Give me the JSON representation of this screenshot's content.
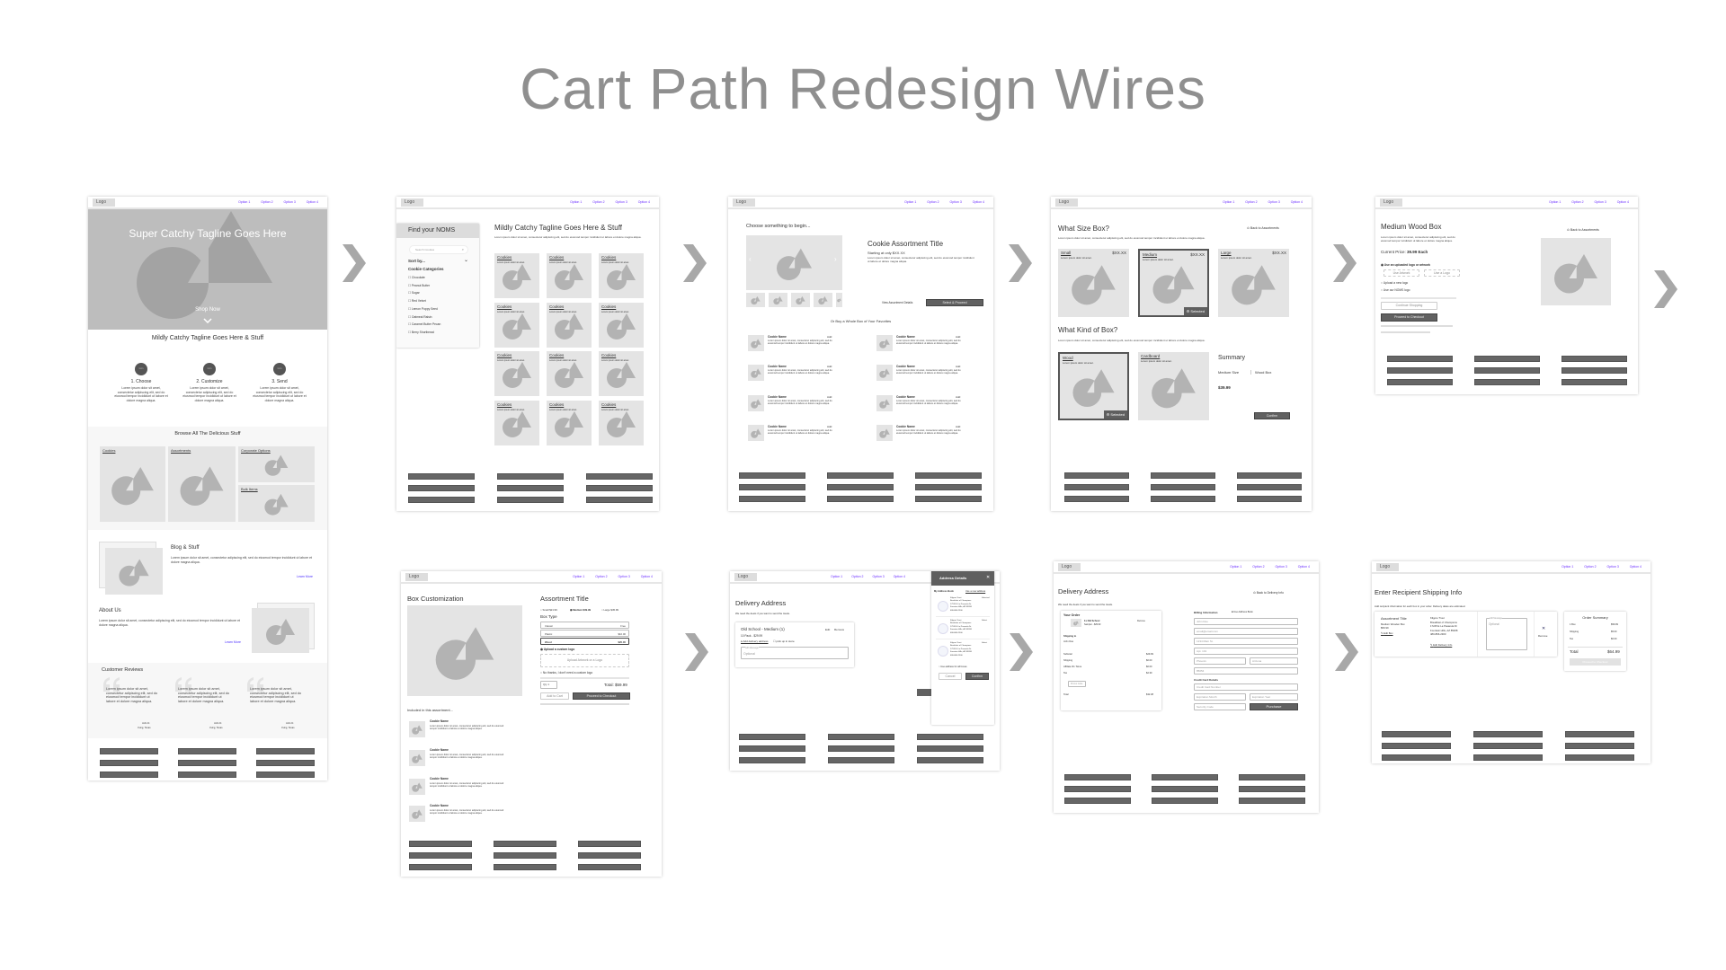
{
  "title": "Cart Path Redesign Wires",
  "colors": {
    "accent": "#6a2cff",
    "wire_gray": "#e4e4e4",
    "shape_gray": "#b3b3b3",
    "dark": "#616161",
    "title": "#8f8f8f"
  },
  "nav": {
    "logo": "Logo",
    "options": [
      "Option 1",
      "Option 2",
      "Option 3",
      "Option 4"
    ]
  },
  "lorem": "Lorem ipsum dolor sit amet, consectetur adipiscing elit, sed do eiusmod tempor incididunt ut labore et dolore magna aliqua.",
  "lorem_short": "Lorem ipsum dolor sit amet.",
  "home": {
    "hero_tagline": "Super Catchy Tagline Goes Here",
    "shop_now": "Shop Now",
    "tagline": "Mildly Catchy Tagline Goes Here & Stuff",
    "step_icon": "Icon",
    "steps": [
      "1. Choose",
      "2. Customize",
      "3. Send"
    ],
    "browse_title": "Browse All The Delicious Stuff",
    "browse_tiles": [
      "Cookies",
      "Assortments",
      "Corporate Options",
      "Bulk Items"
    ],
    "blog_title": "Blog & Stuff",
    "learn_more": "Learn More",
    "about_title": "About Us",
    "reviews_title": "Customer Reviews",
    "review_author": "John D.",
    "review_location": "Irving, Texas"
  },
  "shop": {
    "sidebar_title": "Find your NOMS",
    "search_placeholder": "Search Cookies",
    "sort_by": "Sort by...",
    "categories_title": "Cookie Categories",
    "categories": [
      "Chocolate",
      "Peanut Butter",
      "Sugar",
      "Red Velvet",
      "Lemon Poppy Seed",
      "Oatmeal Raisin",
      "Caramel Butter Pecan",
      "Berry Shortbread"
    ],
    "heading": "Mildly Catchy Tagline Goes Here & Stuff",
    "tile_label": "Cookies"
  },
  "assortment": {
    "prompt": "Choose something to begin...",
    "title": "Cookie Assortment Title",
    "price": "Starting at only $XX.XX",
    "details_link": "View Assortment Details",
    "select_button": "Select & Proceed",
    "or_buy": "Or Buy a Whole Box of Your Favorites",
    "cookie_name": "Cookie Name",
    "add": "Add"
  },
  "box_size": {
    "size_title": "What Size Box?",
    "back": "Back to Assortments",
    "sizes": [
      {
        "name": "Small",
        "price": "$XX.XX"
      },
      {
        "name": "Medium",
        "price": "$XX.XX"
      },
      {
        "name": "Large",
        "price": "$XX.XX"
      }
    ],
    "selected": "Selected",
    "kind_title": "What Kind of Box?",
    "kinds": [
      "Wood",
      "Cardboard"
    ],
    "summary_title": "Summary",
    "summary_size": "Medium Size",
    "summary_kind": "Wood Box",
    "summary_price": "$39.99",
    "confirm": "Confirm"
  },
  "product": {
    "title": "Medium Wood Box",
    "back": "Back to Assortments",
    "price_label": "Current Price:",
    "price_value": "39.99 Each",
    "option_uploaded": "Use an uploaded logo or artwork",
    "btn_artwork": "Use Artwork",
    "btn_logo": "Use a Logo",
    "option_new": "Upload a new logo",
    "option_noms": "Use our NOMS logo",
    "continue": "Continue Shopping",
    "checkout": "Proceed to Checkout"
  },
  "customize": {
    "title": "Box Customization",
    "assortment_title": "Assortment Title",
    "sizes": [
      "Small $21.99",
      "Medium $39.99",
      "Large $45.99"
    ],
    "box_type": "Box Type",
    "box_types": [
      {
        "name": "Classic",
        "price": "Free"
      },
      {
        "name": "Plastic",
        "price": "$10.00"
      },
      {
        "name": "Wood",
        "price": "$20.00"
      }
    ],
    "upload_logo": "Upload a custom logo",
    "upload_box": "Upload Artwork or a Logo",
    "no_logo": "No thanks, I don't need a custom logo",
    "qty_label": "Qty",
    "qty_value": "1",
    "total": "Total: $59.99",
    "add_to_cart": "Add to Cart",
    "checkout": "Proceed to Checkout",
    "included": "Included in this assortment...",
    "cookie_name": "Cookie Name"
  },
  "delivery": {
    "title": "Delivery Address",
    "subtitle": "We need the deets if you want to send the treats.",
    "item": "Old School - Medium (1)",
    "edit": "Edit",
    "remove": "Remove",
    "pack": "10 Pack - $29.99",
    "add_address": "Add delivery address",
    "pickup": "pick up in store",
    "gift_label": "Gift Message",
    "gift_placeholder": "Optional",
    "panel_title": "Address Details",
    "close": "✕",
    "address_book": "My Address Book",
    "new_address": "Use a new address",
    "address_lines": [
      "Kilgore Trout",
      "Breakfast of Champions",
      "17245 E La Pasarela Dr",
      "Fountain Hills, AZ 85268",
      "480-866-2300"
    ],
    "selected": "Selected",
    "select": "Select",
    "use_all": "Use address for all boxes",
    "cancel": "Cancel",
    "confirm": "Confirm"
  },
  "checkout": {
    "title": "Delivery Address",
    "back": "Back to Delivery Info",
    "subtitle": "We need the deets if you want to send the treats.",
    "your_order": "Your Order",
    "item": "1x Old School",
    "item_sub": "Sampler - $29.99",
    "remove": "Remove",
    "ship_to": "Shipping to",
    "recipient": "John Doe",
    "rows": [
      [
        "Subtotal",
        "$29.99"
      ],
      [
        "Shipping",
        "$0.00"
      ],
      [
        "Affiliate ID / None",
        "$0.00"
      ],
      [
        "Tax",
        "$2.39"
      ]
    ],
    "promo": "Promo Code",
    "total_label": "Total",
    "total": "$32.38",
    "billing_title": "Billing Information",
    "use_book": "Use Address Book",
    "fields": [
      "John Doe",
      "email@email.com",
      "1234 Main St.",
      "Apt. 101"
    ],
    "city": "Phoenix",
    "state": "Arizona",
    "zip": "85054",
    "cc_title": "Credit Card Details",
    "cc_number": "Credit Card Number",
    "exp_month": "Expiration Month",
    "exp_year": "Expiration Year",
    "cvv": "Security Code",
    "purchase": "Purchase"
  },
  "recipient": {
    "title": "Enter Recipient Shipping Info",
    "subtitle": "Add recipient information for each box in your order. Delivery dates are estimated.",
    "assortment": "Assortment Title",
    "box": "Medium Wooden Box",
    "box_price": "$59.99",
    "edit_box": "Edit Box",
    "address": [
      "Kilgore Trout",
      "Breakfast of Champions",
      "17245 E La Pasarela Dr",
      "Fountain Hills, AZ 85268",
      "480-866-2300"
    ],
    "edit_delivery": "Edit Delivery Info",
    "gift_label": "Gift Message",
    "gift_placeholder": "Optional",
    "remove_icon": "✕",
    "remove": "Remove",
    "summary_title": "Order Summary",
    "rows": [
      [
        "1 Box",
        "$59.99"
      ],
      [
        "Shipping",
        "$5.00"
      ],
      [
        "Tax",
        "$0.00"
      ]
    ],
    "total_label": "Total",
    "total": "$64.99",
    "checkout": "Proceed to Checkout"
  }
}
